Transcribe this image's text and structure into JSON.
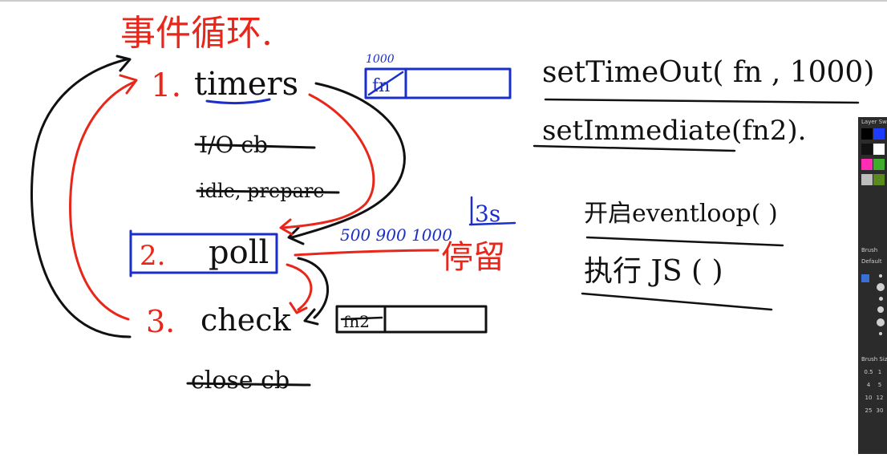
{
  "whiteboard": {
    "title": "事件循环.",
    "phases": {
      "timers": "1. timers",
      "io_cb": "I/O cb",
      "idle_prepare": "idle, prepare",
      "poll_num": "2.",
      "poll": "poll",
      "check": "3. check",
      "close_cb": "close cb"
    },
    "timer_box": {
      "label": "1000",
      "content": "fn"
    },
    "poll_side": {
      "times": "500 900 1000",
      "duration": "3s",
      "wait": "停留"
    },
    "check_box": {
      "content": "fn2"
    },
    "code": {
      "line1": "setTimeOut( fn , 1000)",
      "line2": "setImmediate(fn2).",
      "start_loop": "开启eventloop( )",
      "run_js": "执行 JS ( )"
    }
  },
  "palette": {
    "tabs": "Layer  Sw",
    "brush_title": "Brush",
    "preset": "Default",
    "brush_size_title": "Brush Size",
    "sizes": [
      "0.5",
      "1",
      "4",
      "5",
      "10",
      "12",
      "25",
      "30"
    ],
    "colors": {
      "red_ink": "#e8261a",
      "blue_ink": "#1a2fc9",
      "black_ink": "#111111"
    }
  }
}
